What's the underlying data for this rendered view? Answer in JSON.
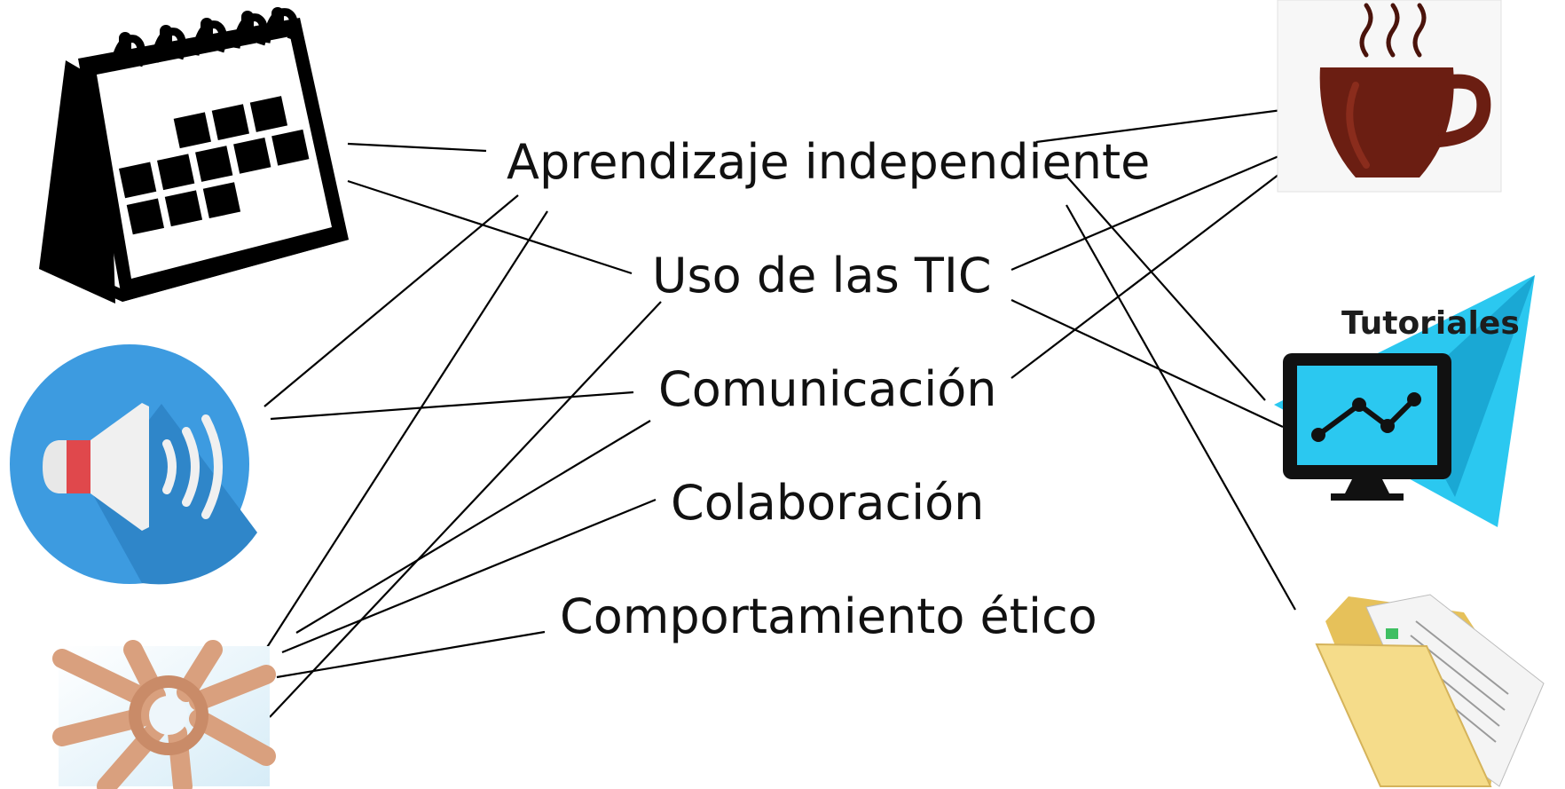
{
  "concepts": {
    "c1": "Aprendizaje independiente",
    "c2": "Uso de las TIC",
    "c3": "Comunicación",
    "c4": "Colaboración",
    "c5": "Comportamiento ético"
  },
  "icons": {
    "left": [
      "calendar-icon",
      "speaker-icon",
      "joined-hands-photo"
    ],
    "right": [
      "coffee-cup-icon",
      "tutorials-monitor-icon",
      "document-folder-icon"
    ]
  },
  "tutoriales_label": "Tutoriales",
  "colors": {
    "speaker_circle": "#3d9be0",
    "speaker_red": "#e0484c",
    "coffee": "#6b1e12",
    "paper_plane": "#2bc8f0",
    "folder": "#f0d27a"
  }
}
